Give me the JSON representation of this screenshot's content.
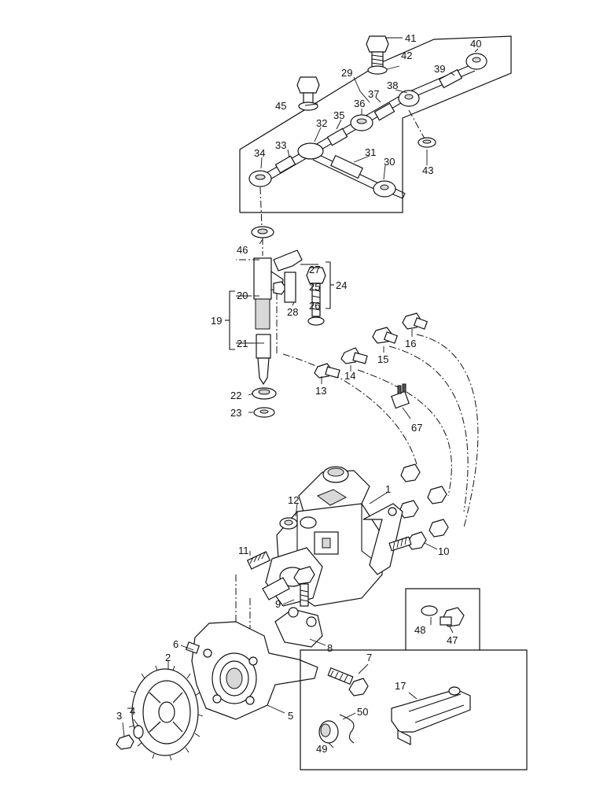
{
  "callouts": [
    {
      "id": "1",
      "text": "1"
    },
    {
      "id": "2",
      "text": "2"
    },
    {
      "id": "3",
      "text": "3"
    },
    {
      "id": "4",
      "text": "4"
    },
    {
      "id": "5",
      "text": "5"
    },
    {
      "id": "6",
      "text": "6"
    },
    {
      "id": "7",
      "text": "7"
    },
    {
      "id": "8",
      "text": "8"
    },
    {
      "id": "9",
      "text": "9"
    },
    {
      "id": "10",
      "text": "10"
    },
    {
      "id": "11",
      "text": "11"
    },
    {
      "id": "12",
      "text": "12"
    },
    {
      "id": "13",
      "text": "13"
    },
    {
      "id": "14",
      "text": "14"
    },
    {
      "id": "15",
      "text": "15"
    },
    {
      "id": "16",
      "text": "16"
    },
    {
      "id": "17",
      "text": "17"
    },
    {
      "id": "19",
      "text": "19"
    },
    {
      "id": "20",
      "text": "20"
    },
    {
      "id": "21",
      "text": "21"
    },
    {
      "id": "22",
      "text": "22"
    },
    {
      "id": "23",
      "text": "23"
    },
    {
      "id": "24",
      "text": "24"
    },
    {
      "id": "25",
      "text": "25"
    },
    {
      "id": "26",
      "text": "26"
    },
    {
      "id": "27",
      "text": "27"
    },
    {
      "id": "28",
      "text": "28"
    },
    {
      "id": "29",
      "text": "29"
    },
    {
      "id": "30",
      "text": "30"
    },
    {
      "id": "31",
      "text": "31"
    },
    {
      "id": "32",
      "text": "32"
    },
    {
      "id": "33",
      "text": "33"
    },
    {
      "id": "34",
      "text": "34"
    },
    {
      "id": "35",
      "text": "35"
    },
    {
      "id": "36",
      "text": "36"
    },
    {
      "id": "37",
      "text": "37"
    },
    {
      "id": "38",
      "text": "38"
    },
    {
      "id": "39",
      "text": "39"
    },
    {
      "id": "40",
      "text": "40"
    },
    {
      "id": "41",
      "text": "41"
    },
    {
      "id": "42",
      "text": "42"
    },
    {
      "id": "43",
      "text": "43"
    },
    {
      "id": "45",
      "text": "45"
    },
    {
      "id": "46",
      "text": "46"
    },
    {
      "id": "47",
      "text": "47"
    },
    {
      "id": "48",
      "text": "48"
    },
    {
      "id": "49",
      "text": "49"
    },
    {
      "id": "50",
      "text": "50"
    },
    {
      "id": "67",
      "text": "67"
    }
  ]
}
